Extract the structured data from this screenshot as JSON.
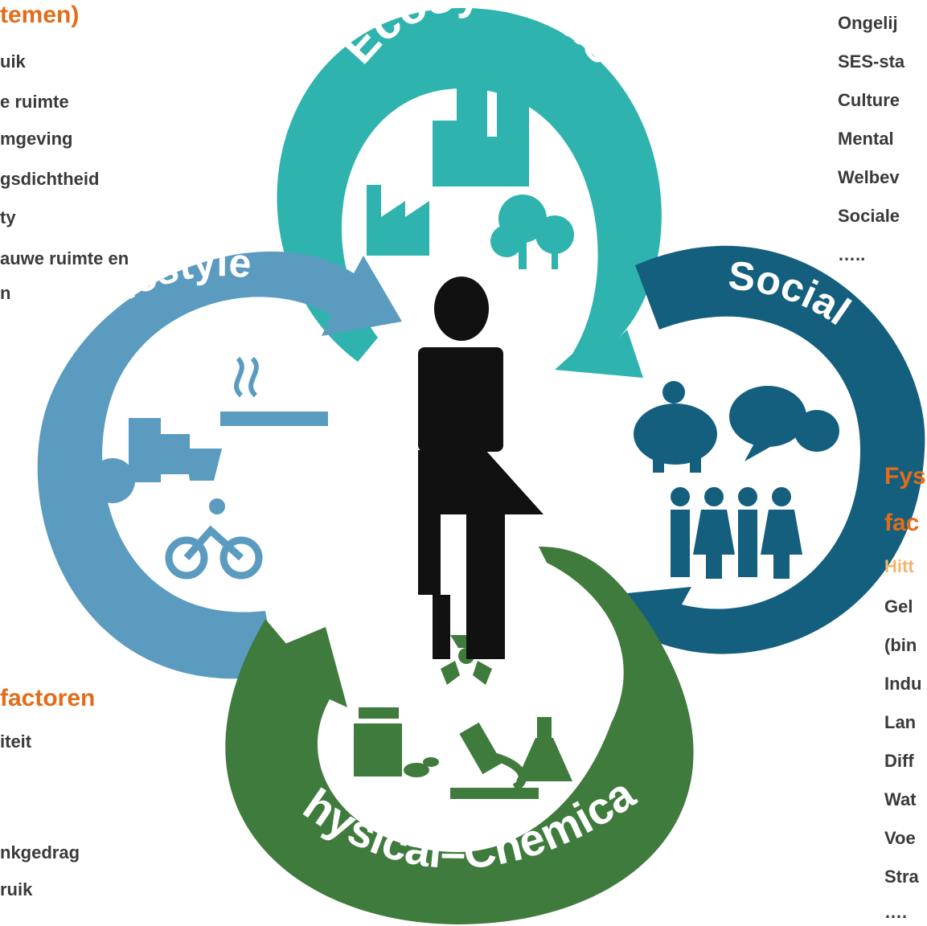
{
  "colors": {
    "ecosystems": "#2fb3ae",
    "social": "#145f7e",
    "physical_chemical": "#3f7b3c",
    "lifestyle": "#5b9bc0",
    "person": "#111111",
    "heading": "#e36c19",
    "text": "#3a3a3a"
  },
  "diagram": {
    "labels": {
      "ecosystems": "Ecosystems",
      "social": "Social",
      "physical_chemical": "Physical–Chemical",
      "lifestyle": "Lifestyle"
    },
    "icons": {
      "ecosystems": [
        "buildings-icon",
        "factory-icon",
        "trees-icon"
      ],
      "social": [
        "piggy-bank-icon",
        "speech-bubbles-icon",
        "people-group-icon"
      ],
      "physical_chemical": [
        "radiation-icon",
        "medicine-bottle-icon",
        "microscope-icon",
        "flask-icon"
      ],
      "lifestyle": [
        "cigarette-icon",
        "food-icon",
        "cyclist-icon"
      ],
      "center": "person-icon"
    }
  },
  "left_top": {
    "heading": "temen)",
    "items": [
      "uik",
      "e ruimte",
      "mgeving",
      "gsdichtheid",
      "ty",
      "auwe ruimte en",
      "n"
    ]
  },
  "left_bottom": {
    "heading": "factoren",
    "items": [
      "iteit",
      "nkgedrag",
      "ruik"
    ]
  },
  "right_top": {
    "items": [
      "Ongelij",
      "SES-sta",
      "Culture",
      "Mental",
      "Welbev",
      "Sociale",
      "….."
    ]
  },
  "right_bottom": {
    "heading_lines": [
      "Fys",
      "fac"
    ],
    "items": [
      "Hitt",
      "Gel",
      "(bin",
      "Indu",
      "Lan",
      "Diff",
      "Wat",
      "Voe",
      "Stra",
      "…."
    ]
  }
}
